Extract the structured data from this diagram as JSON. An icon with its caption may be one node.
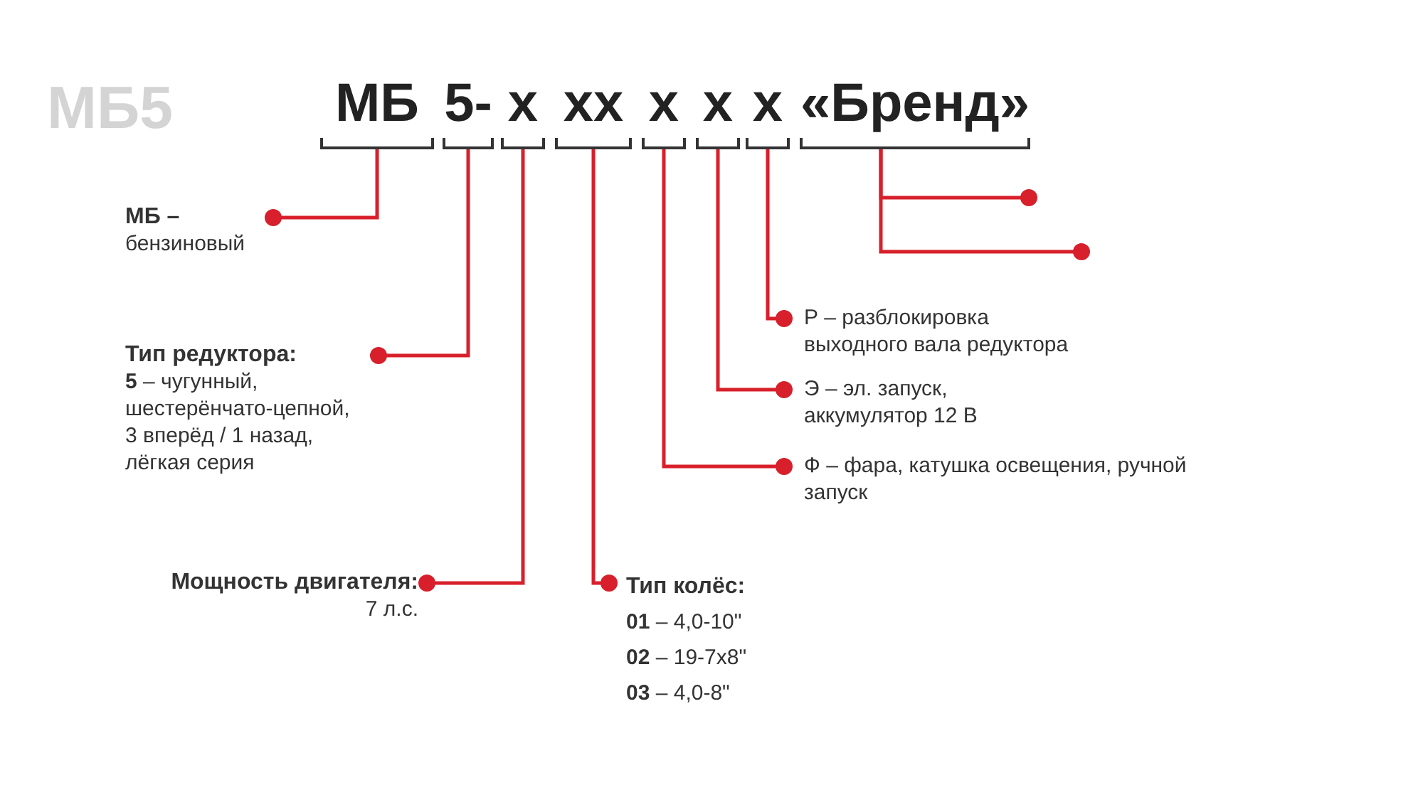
{
  "diagram": {
    "nodes": [
      {
        "text": [
          "МБ"
        ]
      },
      {
        "text": [
          "5-"
        ]
      },
      {
        "text": [
          "х"
        ]
      },
      {
        "text": [
          "хх"
        ]
      },
      {
        "text": [
          "х"
        ]
      },
      {
        "text": [
          "х"
        ]
      },
      {
        "text": [
          "х"
        ]
      },
      {
        "text": [
          "«Бренд»"
        ]
      },
      {
        "text": [
          "МБ –",
          "бензиновый"
        ]
      },
      {
        "text": [
          "Тип редуктора:",
          "**5** – чугунный, шестерёнчато-цепной, 3 вперёд / 1 назад, лёгкая серия"
        ]
      },
      {
        "text": [
          "Мощность двигателя:",
          "7 л.с."
        ]
      },
      {
        "text": [
          "Тип колёс:",
          "**01** – 4,0-10\"",
          "**02** – 19-7х8\"",
          "**03** – 4,0-8\""
        ]
      },
      {
        "text": [
          "Ф – фара, катушка освещения, ручной запуск"
        ]
      },
      {
        "text": [
          "Э – эл. запуск, аккумулятор 12 В"
        ]
      },
      {
        "text": [
          "Р – разблокировка выходного вала редуктора"
        ]
      }
    ],
    "edges": [
      {
        "from": 0,
        "to": 8,
        "arrow": "other"
      },
      {
        "from": 1,
        "to": 9,
        "arrow": "other"
      },
      {
        "from": 2,
        "to": 10,
        "arrow": "other"
      },
      {
        "from": 3,
        "to": 11,
        "arrow": "other"
      },
      {
        "from": 4,
        "to": 12,
        "arrow": "other"
      },
      {
        "from": 5,
        "to": 13,
        "arrow": "other"
      },
      {
        "from": 6,
        "to": 14,
        "arrow": "other"
      },
      {
        "from": 7,
        "to": null,
        "arrow": "other"
      },
      {
        "from": 7,
        "to": null,
        "arrow": "other"
      }
    ],
    "labels": [
      "МБ5"
    ]
  }
}
